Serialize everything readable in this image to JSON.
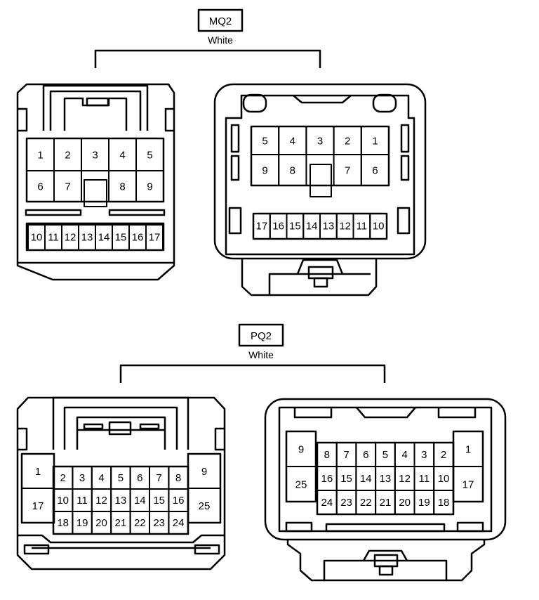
{
  "connectors": [
    {
      "id": "mq2",
      "name": "MQ2",
      "color_label": "White",
      "front_rows": [
        [
          "1",
          "2",
          "3",
          "4",
          "5"
        ],
        [
          "6",
          "7",
          "8",
          "9"
        ],
        [
          "10",
          "11",
          "12",
          "13",
          "14",
          "15",
          "16",
          "17"
        ]
      ],
      "rear_rows": [
        [
          "5",
          "4",
          "3",
          "2",
          "1"
        ],
        [
          "9",
          "8",
          "7",
          "6"
        ],
        [
          "17",
          "16",
          "15",
          "14",
          "13",
          "12",
          "11",
          "10"
        ]
      ]
    },
    {
      "id": "pq2",
      "name": "PQ2",
      "color_label": "White",
      "front_side_left": [
        "1",
        "17"
      ],
      "front_side_right": [
        "9",
        "25"
      ],
      "front_rows": [
        [
          "2",
          "3",
          "4",
          "5",
          "6",
          "7",
          "8"
        ],
        [
          "10",
          "11",
          "12",
          "13",
          "14",
          "15",
          "16"
        ],
        [
          "18",
          "19",
          "20",
          "21",
          "22",
          "23",
          "24"
        ]
      ],
      "rear_side_left": [
        "9",
        "25"
      ],
      "rear_side_right": [
        "1",
        "17"
      ],
      "rear_rows": [
        [
          "8",
          "7",
          "6",
          "5",
          "4",
          "3",
          "2"
        ],
        [
          "16",
          "15",
          "14",
          "13",
          "12",
          "11",
          "10"
        ],
        [
          "24",
          "23",
          "22",
          "21",
          "20",
          "19",
          "18"
        ]
      ]
    }
  ]
}
